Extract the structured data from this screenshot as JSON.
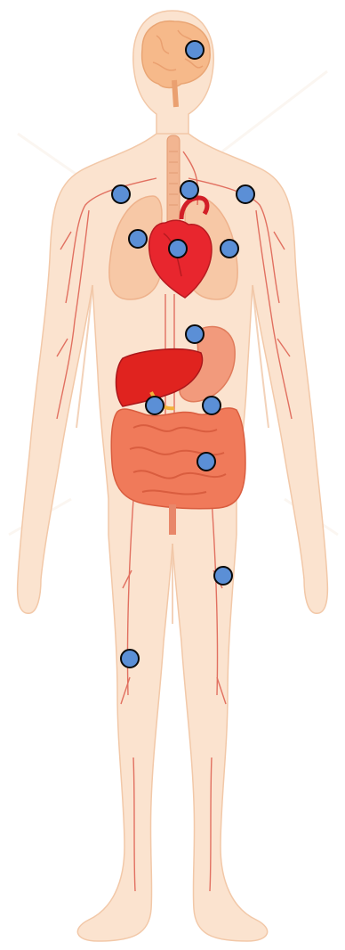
{
  "figure": {
    "subject": "human-anatomy",
    "colors": {
      "skin": "#fbe3cf",
      "skin_edge": "#f2c8a8",
      "lungs": "#f7c8a6",
      "heart": "#e8262e",
      "liver": "#e0231f",
      "intestine": "#f07a5a",
      "stomach": "#f29a7c",
      "vessels": "#d94a3c",
      "brain": "#f6b98a",
      "marker_fill": "#5b8fd6",
      "marker_stroke": "#0a0a0a"
    }
  },
  "markers": [
    {
      "id": "marker-brain",
      "region": "brain"
    },
    {
      "id": "marker-trachea",
      "region": "trachea"
    },
    {
      "id": "marker-right-shoulder-vessel",
      "region": "right-shoulder-vessel"
    },
    {
      "id": "marker-left-shoulder-vessel",
      "region": "left-shoulder-vessel"
    },
    {
      "id": "marker-right-lung",
      "region": "right-lung"
    },
    {
      "id": "marker-heart",
      "region": "heart"
    },
    {
      "id": "marker-left-lung",
      "region": "left-lung"
    },
    {
      "id": "marker-esophagus",
      "region": "esophagus"
    },
    {
      "id": "marker-liver",
      "region": "liver"
    },
    {
      "id": "marker-stomach",
      "region": "stomach"
    },
    {
      "id": "marker-intestine",
      "region": "intestine"
    },
    {
      "id": "marker-left-thigh",
      "region": "left-thigh"
    },
    {
      "id": "marker-right-knee",
      "region": "right-knee"
    }
  ]
}
